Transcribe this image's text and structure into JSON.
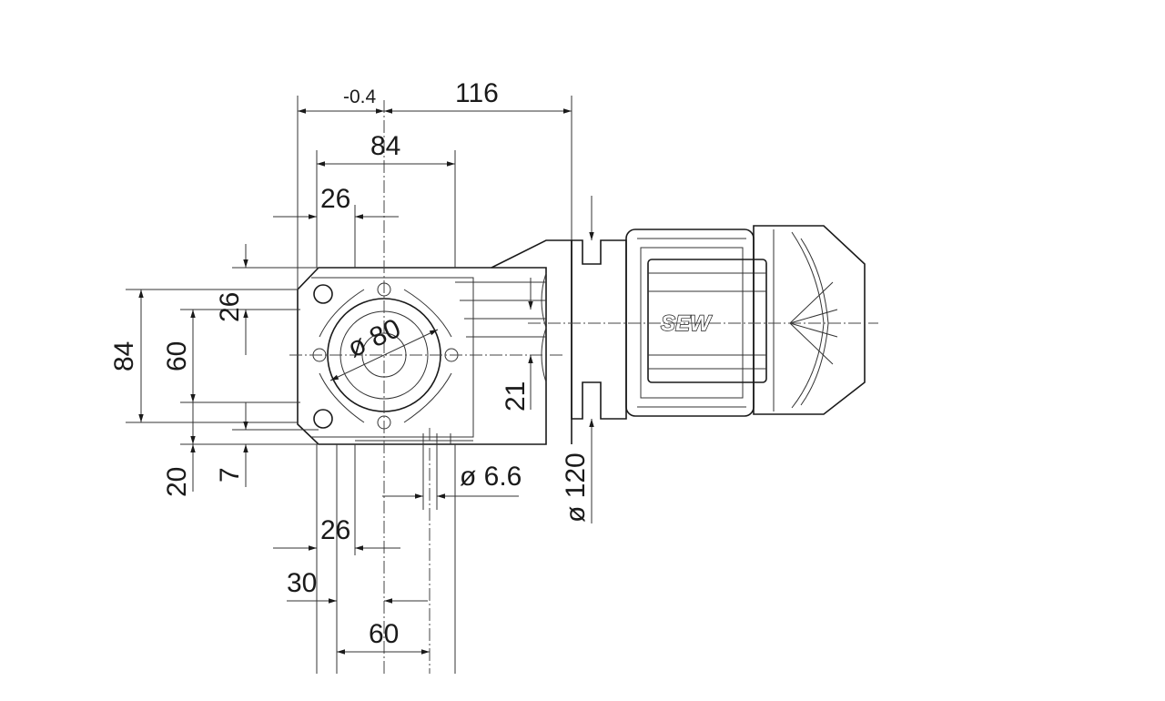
{
  "dimensions": {
    "d_neg04": "-0.4",
    "d_116": "116",
    "d_84_top": "84",
    "d_26_top": "26",
    "d_84_left": "84",
    "d_60_left": "60",
    "d_26_left": "26",
    "d_20": "20",
    "d_7": "7",
    "d_21": "21",
    "d_dia80": "ø 80",
    "d_dia66": "ø 6.6",
    "d_dia120": "ø 120",
    "d_26_bottom": "26",
    "d_30": "30",
    "d_60_bottom": "60"
  },
  "brand_logo": "SEW"
}
